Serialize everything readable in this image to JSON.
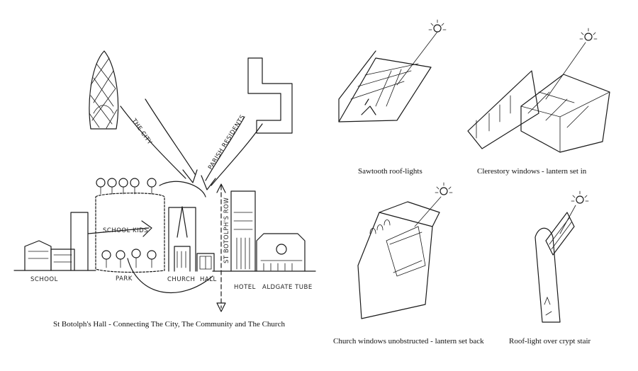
{
  "main_caption": "St Botolph's Hall - Connecting The City, The Community and The Church",
  "sketch_labels": {
    "the_city": "THE CITY",
    "parish_residents": "PARISH RESIDENTS",
    "school_kids": "SCHOOL KIDS",
    "school": "SCHOOL",
    "park": "PARK",
    "church": "CHURCH",
    "hall": "HALL",
    "st_botolphs_row": "ST BOTOLPH'S ROW",
    "hotel": "HOTEL",
    "aldgate_tube": "ALDGATE TUBE"
  },
  "panels": [
    {
      "caption": "Sawtooth roof-lights"
    },
    {
      "caption": "Clerestory windows - lantern set in"
    },
    {
      "caption": "Church windows unobstructed - lantern set back"
    },
    {
      "caption": "Roof-light over crypt stair"
    }
  ]
}
